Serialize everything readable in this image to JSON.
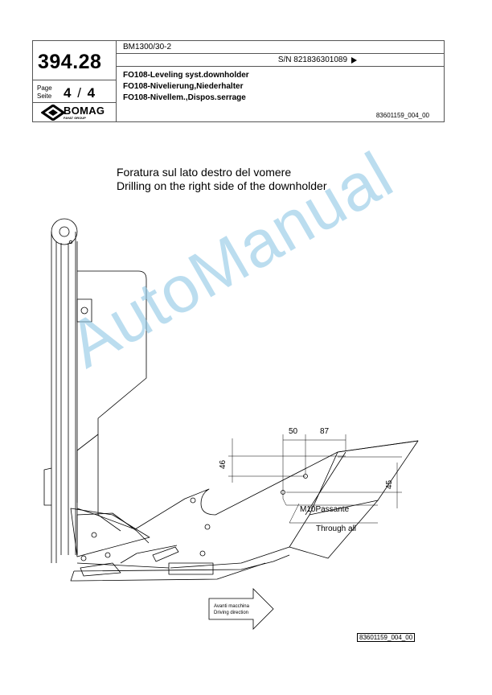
{
  "header": {
    "part_number": "394.28",
    "page_label": "Page",
    "seite_label": "Seite",
    "page_current": "4",
    "page_separator": "/",
    "page_total": "4",
    "model": "BM1300/30-2",
    "serial": "S/N 821836301089",
    "titles": [
      "FO108-Leveling syst.downholder",
      "FO108-Nivelierung,Niederhalter",
      "FO108-Nivellem.,Dispos.serrage"
    ],
    "doc_number": "83601159_004_00"
  },
  "logo": {
    "name": "BOMAG",
    "sub": "FAYAT GROUP",
    "icon": "bomag-diamond-icon"
  },
  "caption": {
    "line_it": "Foratura sul lato destro del vomere",
    "line_en": "Drilling on the right side of the downholder"
  },
  "drawing": {
    "dim_50": "50",
    "dim_87": "87",
    "dim_46": "46",
    "dim_45": "45",
    "label_m10": "M10Passante",
    "label_through": "Through all",
    "arrow_line1": "Avanti macchina",
    "arrow_line2": "Driving direction"
  },
  "watermark": "AutoManual",
  "footer": {
    "doc_number": "83601159_004_00"
  }
}
